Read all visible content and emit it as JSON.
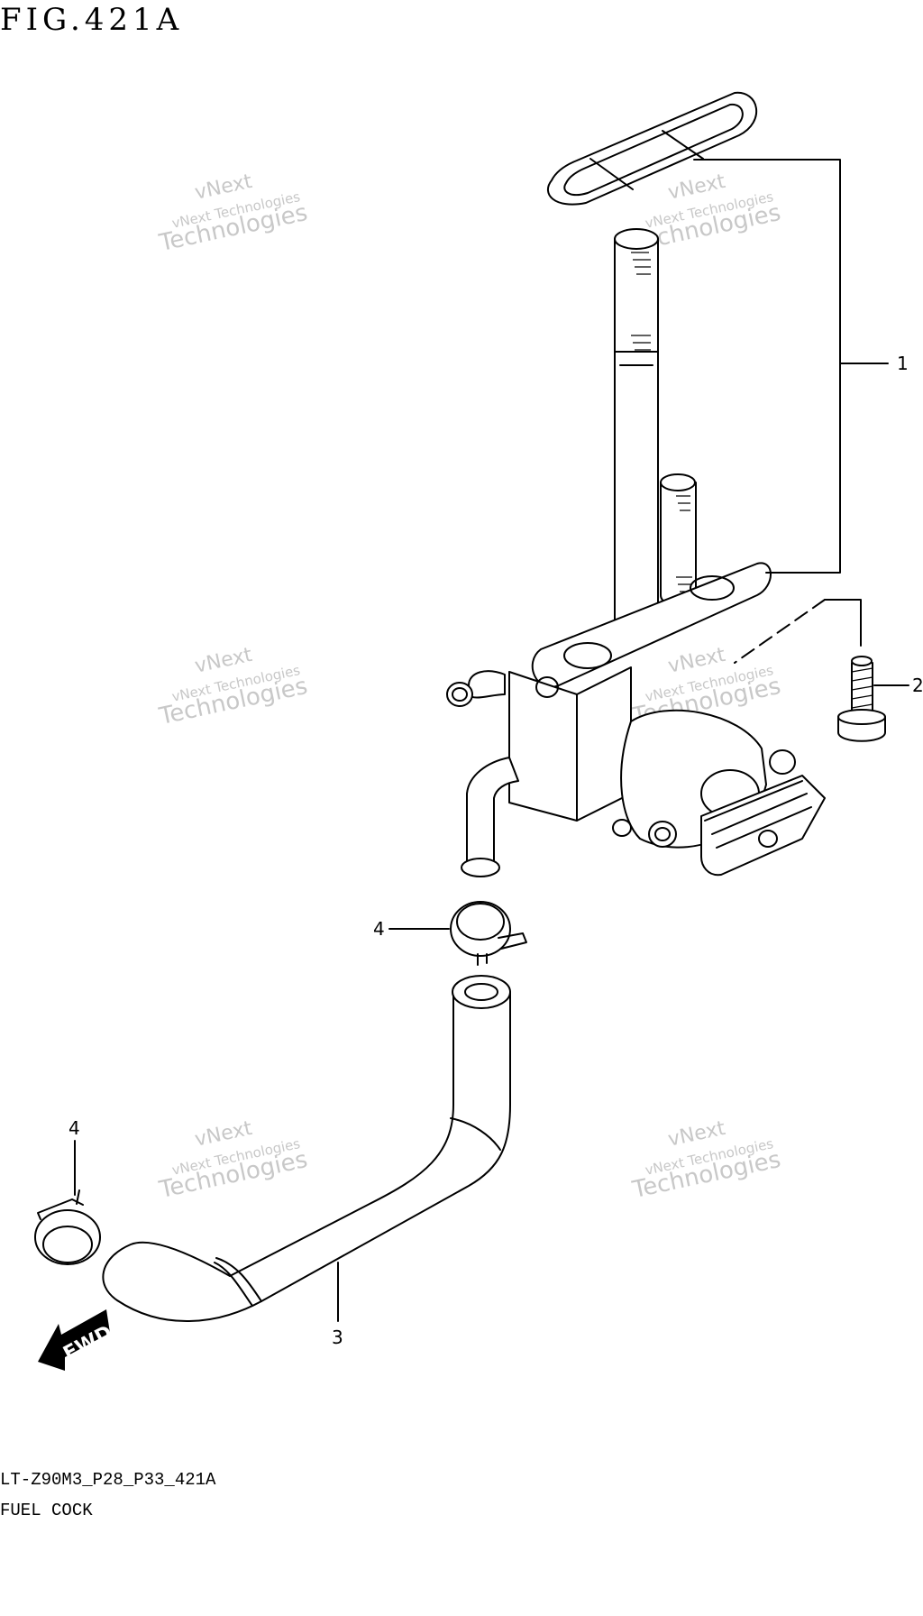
{
  "header": {
    "figure_title": "FIG.421A"
  },
  "footer": {
    "model_code": "LT-Z90M3_P28_P33_421A",
    "part_name": "FUEL COCK"
  },
  "watermark": {
    "line1": "vNext",
    "line2": "vNext Technologies",
    "line3": "Technologies"
  },
  "callouts": {
    "fuel_cock": "1",
    "bolt": "2",
    "fuel_hose": "3",
    "hose_clamp_upper": "4",
    "hose_clamp_lower": "4"
  },
  "direction_arrow": {
    "label": "FWD"
  }
}
